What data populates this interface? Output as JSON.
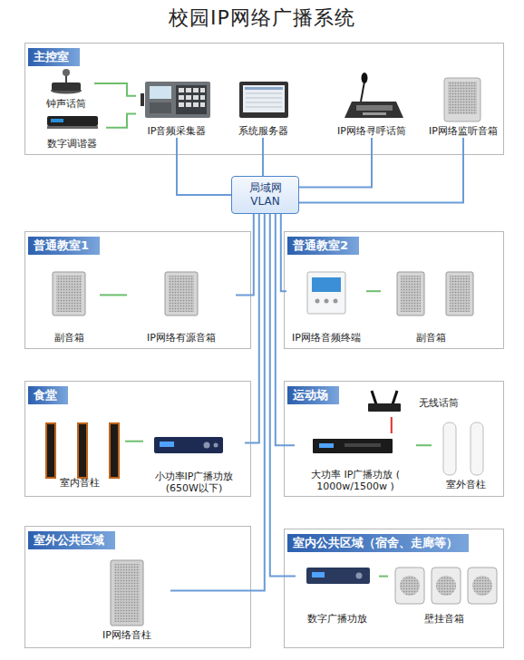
{
  "diagram": {
    "title": "校园IP网络广播系统",
    "nodes": [
      {
        "text": [
          "主控室"
        ]
      },
      {
        "text": [
          "钟声话筒"
        ],
        "in": 0
      },
      {
        "text": [
          "数字调谐器"
        ],
        "in": 0
      },
      {
        "text": [
          "IP音频采集器"
        ],
        "in": 0
      },
      {
        "text": [
          "系统服务器"
        ],
        "in": 0
      },
      {
        "text": [
          "IP网络寻呼话筒"
        ],
        "in": 0
      },
      {
        "text": [
          "IP网络监听音箱"
        ],
        "in": 0
      },
      {
        "text": [
          "局域网 VLAN"
        ]
      },
      {
        "text": [
          "普通教室1"
        ]
      },
      {
        "text": [
          "副音箱"
        ],
        "in": 8
      },
      {
        "text": [
          "IP网络有源音箱"
        ],
        "in": 8
      },
      {
        "text": [
          "普通教室2"
        ]
      },
      {
        "text": [
          "IP网络音频终端"
        ],
        "in": 11
      },
      {
        "text": [
          "副音箱"
        ],
        "in": 11
      },
      {
        "text": [
          "食堂"
        ]
      },
      {
        "text": [
          "室内音柱"
        ],
        "in": 14
      },
      {
        "text": [
          "小功率IP广播功放 (650W以下)"
        ],
        "in": 14
      },
      {
        "text": [
          "运动场"
        ]
      },
      {
        "text": [
          "无线话筒"
        ],
        "in": 17
      },
      {
        "text": [
          "大功率 IP广播功放 ( 1000w/1500w )"
        ],
        "in": 17
      },
      {
        "text": [
          "室外音柱"
        ],
        "in": 17
      },
      {
        "text": [
          "室外公共区域"
        ]
      },
      {
        "text": [
          "IP网络音柱"
        ],
        "in": 21
      },
      {
        "text": [
          "室内公共区域（宿舍、走廊等）"
        ]
      },
      {
        "text": [
          "数字广播功放"
        ],
        "in": 23
      },
      {
        "text": [
          "壁挂音箱"
        ],
        "in": 23
      }
    ],
    "edges": [
      {
        "from": 1,
        "to": 3,
        "arrow": "none"
      },
      {
        "from": 2,
        "to": 3,
        "arrow": "none"
      },
      {
        "from": 3,
        "to": 7,
        "arrow": "none"
      },
      {
        "from": 4,
        "to": 7,
        "arrow": "none"
      },
      {
        "from": 5,
        "to": 7,
        "arrow": "none"
      },
      {
        "from": 6,
        "to": 7,
        "arrow": "none"
      },
      {
        "from": 9,
        "to": 10,
        "arrow": "none"
      },
      {
        "from": 10,
        "to": 7,
        "arrow": "none"
      },
      {
        "from": 12,
        "to": 7,
        "arrow": "none"
      },
      {
        "from": 12,
        "to": 13,
        "arrow": "none"
      },
      {
        "from": 15,
        "to": 16,
        "arrow": "none"
      },
      {
        "from": 16,
        "to": 7,
        "arrow": "none"
      },
      {
        "from": 18,
        "to": 19,
        "arrow": "none"
      },
      {
        "from": 19,
        "to": 20,
        "arrow": "none"
      },
      {
        "from": 19,
        "to": 7,
        "arrow": "none"
      },
      {
        "from": 22,
        "to": 7,
        "arrow": "none"
      },
      {
        "from": 24,
        "to": 7,
        "arrow": "none"
      },
      {
        "from": 24,
        "to": 25,
        "arrow": "none"
      }
    ]
  }
}
